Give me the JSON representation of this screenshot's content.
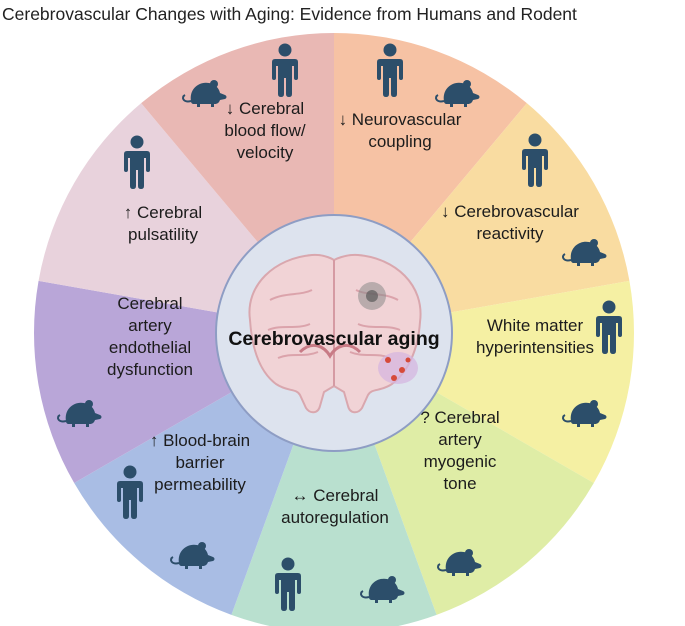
{
  "title": "Cerebrovascular Changes with Aging: Evidence from Humans and Rodent",
  "center": {
    "label": "Cerebrovascular aging"
  },
  "segments": [
    {
      "id": "blood-flow",
      "lines": [
        "↓ Cerebral",
        "blood flow/",
        "velocity"
      ],
      "color": "#f6c2a4",
      "evidence": [
        "human",
        "rodent"
      ]
    },
    {
      "id": "neurovascular",
      "lines": [
        "↓ Neurovascular",
        "coupling"
      ],
      "color": "#f9dca1",
      "evidence": [
        "human",
        "rodent"
      ]
    },
    {
      "id": "reactivity",
      "lines": [
        "↓ Cerebrovascular",
        "reactivity"
      ],
      "color": "#f5f0a3",
      "evidence": [
        "human",
        "rodent"
      ]
    },
    {
      "id": "white-matter",
      "lines": [
        "White matter",
        "hyperintensities"
      ],
      "color": "#dfeda6",
      "evidence": [
        "human",
        "rodent"
      ]
    },
    {
      "id": "myogenic",
      "lines": [
        "? Cerebral",
        "artery",
        "myogenic",
        "tone"
      ],
      "color": "#b9e0cf",
      "evidence": [
        "rodent"
      ]
    },
    {
      "id": "autoregulation",
      "lines": [
        "↔ Cerebral",
        "autoregulation"
      ],
      "color": "#a9bde4",
      "evidence": [
        "human",
        "rodent"
      ]
    },
    {
      "id": "bbb",
      "lines": [
        "↑ Blood-brain",
        "barrier",
        "permeability"
      ],
      "color": "#b9a6d8",
      "evidence": [
        "human",
        "rodent"
      ]
    },
    {
      "id": "endothelial",
      "lines": [
        "Cerebral",
        "artery",
        "endothelial",
        "dysfunction"
      ],
      "color": "#e8d2dc",
      "evidence": [
        "rodent"
      ]
    },
    {
      "id": "pulsatility",
      "lines": [
        "↑ Cerebral",
        "pulsatility"
      ],
      "color": "#e9b8b4",
      "evidence": [
        "human"
      ]
    }
  ]
}
